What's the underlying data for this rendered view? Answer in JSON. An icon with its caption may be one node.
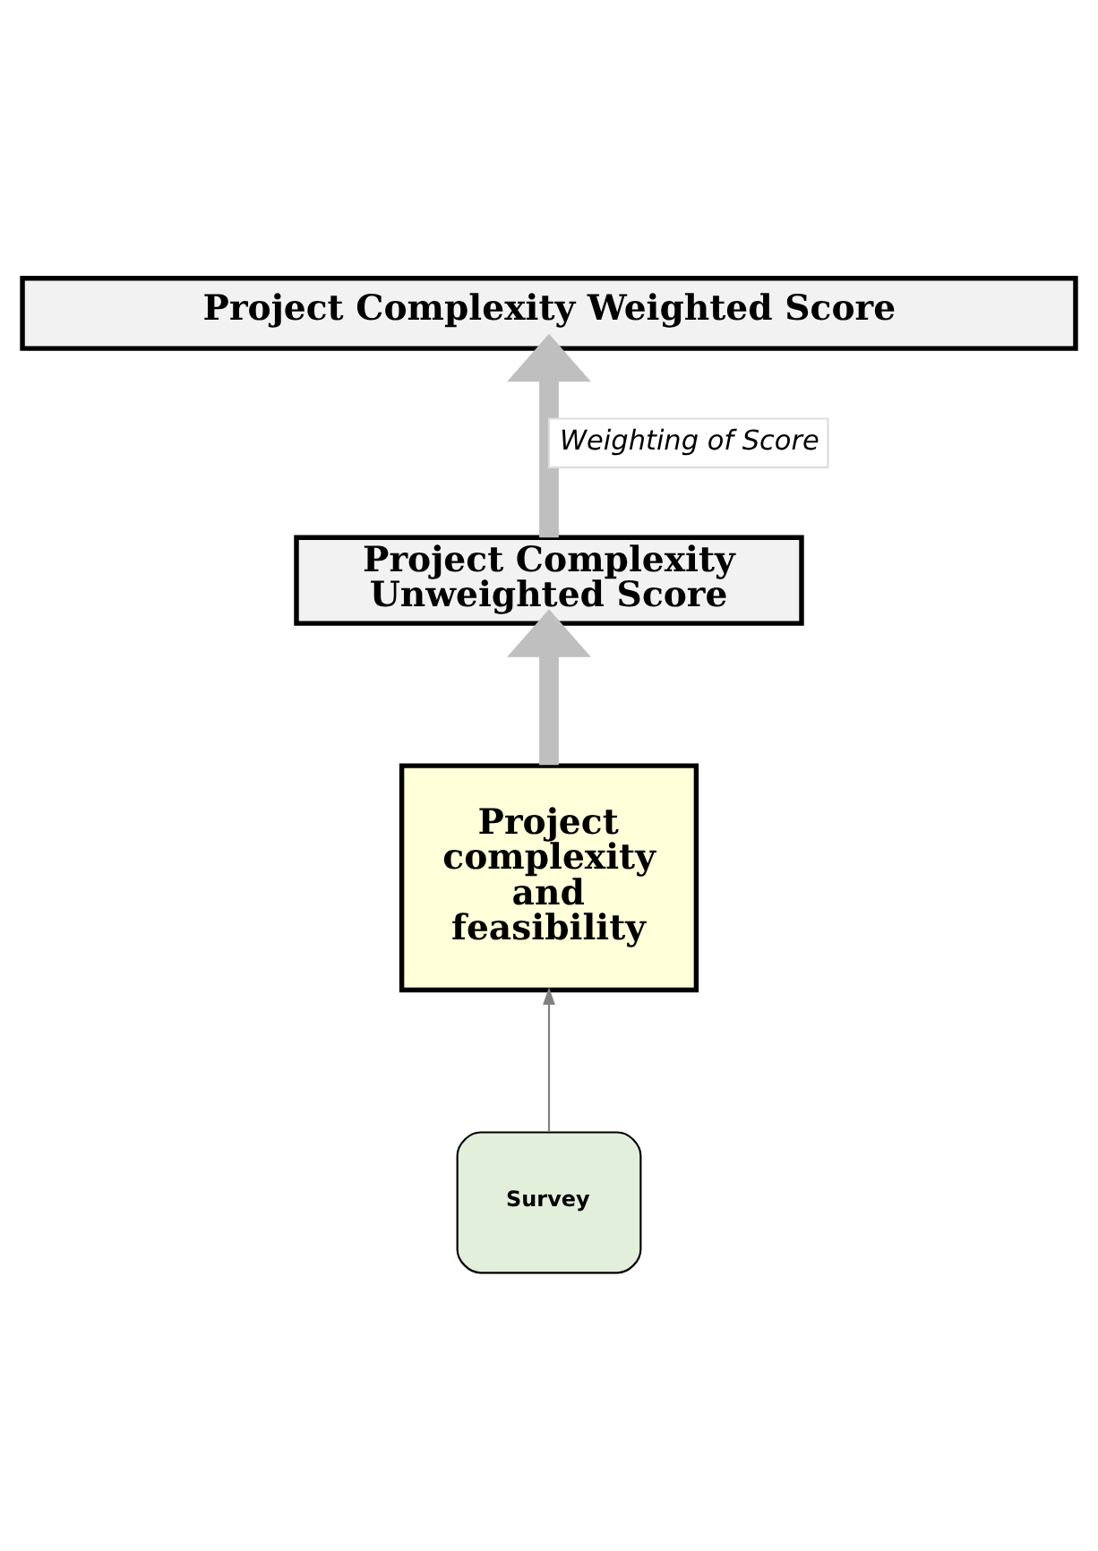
{
  "diagram": {
    "nodes": [
      {
        "text": [
          "Project Complexity Weighted Score"
        ]
      },
      {
        "text": [
          "Project Complexity Unweighted Score"
        ]
      },
      {
        "text": [
          "Project complexity and feasibility"
        ]
      },
      {
        "text": [
          "Survey"
        ]
      }
    ],
    "edges": [
      {
        "from": 3,
        "to": 2,
        "arrow": "to",
        "color": "#808080"
      },
      {
        "from": 2,
        "to": 1,
        "arrow": "to",
        "color": "#bfbfbf"
      },
      {
        "from": 1,
        "to": 0,
        "arrow": "to",
        "label": "Weighting of Score",
        "color": "#bfbfbf"
      }
    ]
  }
}
